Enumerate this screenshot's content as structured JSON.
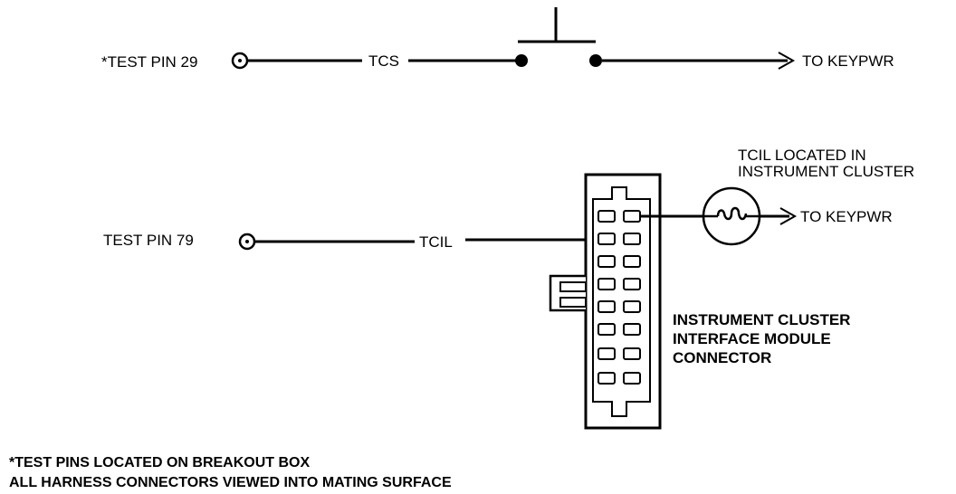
{
  "top_circuit": {
    "pin_label": "*TEST PIN 29",
    "wire_label": "TCS",
    "destination": "TO KEYPWR"
  },
  "bottom_circuit": {
    "pin_label": "TEST PIN 79",
    "wire_label": "TCIL",
    "destination": "TO KEYPWR",
    "lamp_note_line1": "TCIL LOCATED IN",
    "lamp_note_line2": "INSTRUMENT CLUSTER"
  },
  "connector": {
    "label_line1": "INSTRUMENT CLUSTER",
    "label_line2": "INTERFACE MODULE",
    "label_line3": "CONNECTOR"
  },
  "footnotes": {
    "line1": "*TEST PINS LOCATED ON BREAKOUT BOX",
    "line2": "ALL HARNESS CONNECTORS VIEWED INTO MATING SURFACE"
  }
}
